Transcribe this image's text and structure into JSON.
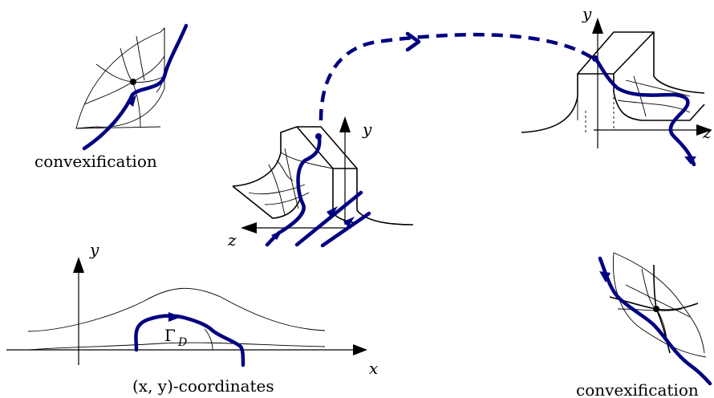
{
  "labels": {
    "convex_top": "convexification",
    "convex_bottom": "convexification",
    "coords": "(x, y)-coordinates",
    "gamma": "Γ",
    "gamma_sub": "D",
    "axis_x": "x",
    "axis_y_bottom": "y",
    "axis_y_middle": "y",
    "axis_z_middle": "z",
    "axis_y_right": "y",
    "axis_z_right": "z"
  },
  "colors": {
    "curve": "#000080",
    "ink": "#000000"
  }
}
